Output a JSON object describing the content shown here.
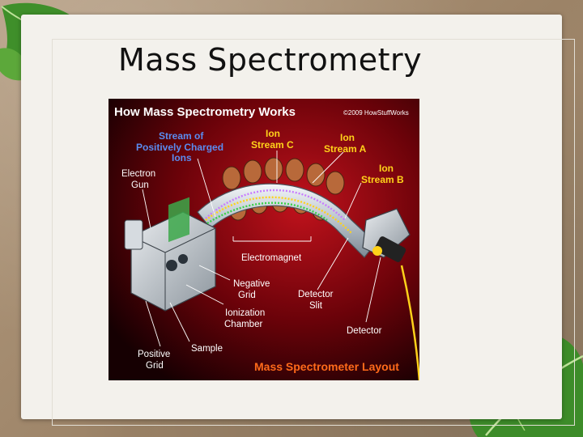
{
  "slide": {
    "title": "Mass Spectrometry"
  },
  "figure": {
    "header": "How Mass Spectrometry Works",
    "copyright": "©2009 HowStuffWorks",
    "footer": "Mass Spectrometer Layout",
    "labels": {
      "stream_positive_1": "Stream of",
      "stream_positive_2": "Positively Charged",
      "stream_positive_3": "Ions",
      "ion_stream_c_1": "Ion",
      "ion_stream_c_2": "Stream C",
      "ion_stream_a_1": "Ion",
      "ion_stream_a_2": "Stream A",
      "ion_stream_b_1": "Ion",
      "ion_stream_b_2": "Stream B",
      "electron_gun_1": "Electron",
      "electron_gun_2": "Gun",
      "electromagnet": "Electromagnet",
      "negative_grid_1": "Negative",
      "negative_grid_2": "Grid",
      "detector_slit_1": "Detector",
      "detector_slit_2": "Slit",
      "ionization_chamber_1": "Ionization",
      "ionization_chamber_2": "Chamber",
      "detector": "Detector",
      "positive_grid_1": "Positive",
      "positive_grid_2": "Grid",
      "sample": "Sample"
    },
    "colors": {
      "background_center": "#c0121c",
      "background_edge": "#160002",
      "accent_blue": "#5a8cf0",
      "accent_yellow": "#ffd21a",
      "footer_orange": "#ff6a1a"
    }
  }
}
